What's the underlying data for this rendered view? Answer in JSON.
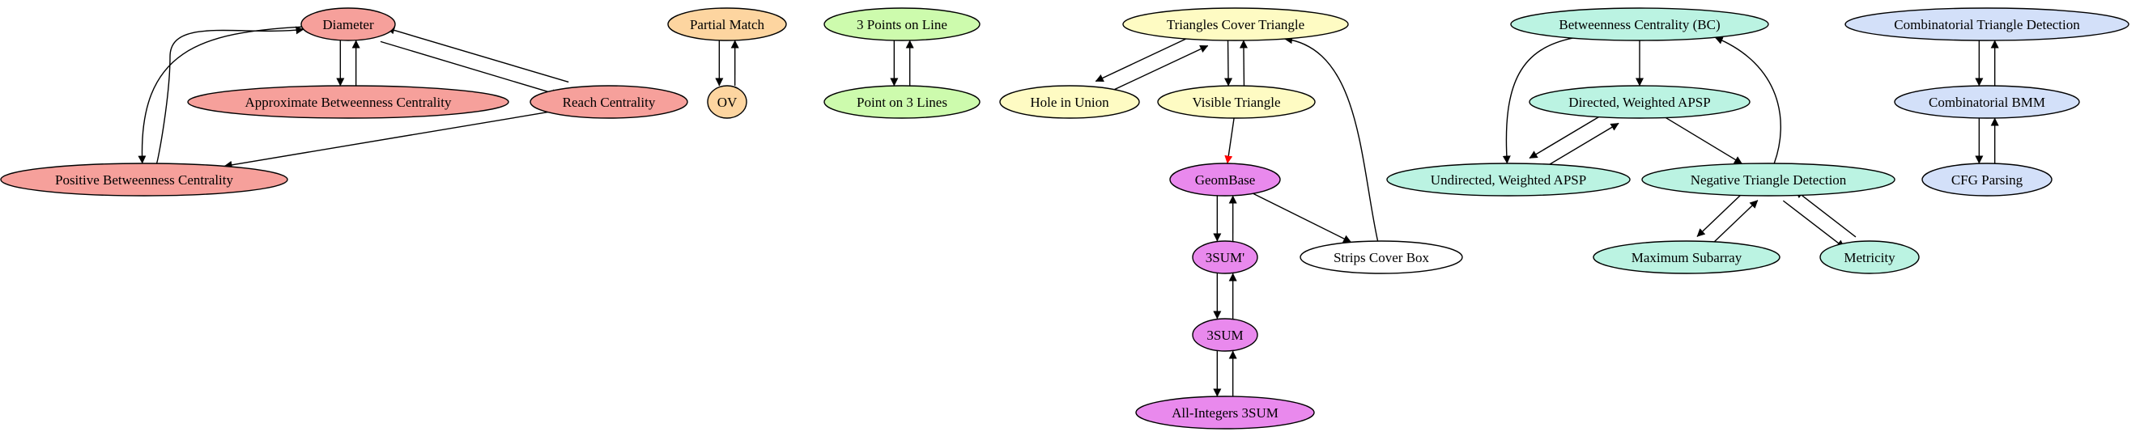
{
  "colors": {
    "red": "#f6a09b",
    "orange": "#fdd5a0",
    "green": "#cdfbad",
    "yellow": "#fefbc3",
    "magenta": "#e989ed",
    "teal": "#bbf3e2",
    "blue": "#d3e0f9",
    "white": "#ffffff",
    "edge": "#000000",
    "edge_highlight": "#ff0000"
  },
  "nodes": [
    {
      "id": "diameter",
      "label": "Diameter",
      "color": "red"
    },
    {
      "id": "approx_bc",
      "label": "Approximate Betweenness Centrality",
      "color": "red"
    },
    {
      "id": "reach",
      "label": "Reach Centrality",
      "color": "red"
    },
    {
      "id": "pos_bc",
      "label": "Positive Betweenness Centrality",
      "color": "red"
    },
    {
      "id": "partial_match",
      "label": "Partial Match",
      "color": "orange"
    },
    {
      "id": "ov",
      "label": "OV",
      "color": "orange"
    },
    {
      "id": "three_points",
      "label": "3 Points on Line",
      "color": "green"
    },
    {
      "id": "point_three_lines",
      "label": "Point on 3 Lines",
      "color": "green"
    },
    {
      "id": "tri_cover_tri",
      "label": "Triangles Cover Triangle",
      "color": "yellow"
    },
    {
      "id": "hole_union",
      "label": "Hole in Union",
      "color": "yellow"
    },
    {
      "id": "visible_tri",
      "label": "Visible Triangle",
      "color": "yellow"
    },
    {
      "id": "geombase",
      "label": "GeomBase",
      "color": "magenta"
    },
    {
      "id": "threesum_prime",
      "label": "3SUM'",
      "color": "magenta"
    },
    {
      "id": "strips_box",
      "label": "Strips Cover Box",
      "color": "white"
    },
    {
      "id": "threesum",
      "label": "3SUM",
      "color": "magenta"
    },
    {
      "id": "allint_3sum",
      "label": "All-Integers 3SUM",
      "color": "magenta"
    },
    {
      "id": "bc",
      "label": "Betweenness Centrality (BC)",
      "color": "teal"
    },
    {
      "id": "dir_apsp",
      "label": "Directed, Weighted APSP",
      "color": "teal"
    },
    {
      "id": "undir_apsp",
      "label": "Undirected, Weighted APSP",
      "color": "teal"
    },
    {
      "id": "neg_tri",
      "label": "Negative Triangle Detection",
      "color": "teal"
    },
    {
      "id": "max_subarray",
      "label": "Maximum Subarray",
      "color": "teal"
    },
    {
      "id": "metricity",
      "label": "Metricity",
      "color": "teal"
    },
    {
      "id": "comb_tri",
      "label": "Combinatorial Triangle Detection",
      "color": "blue"
    },
    {
      "id": "comb_bmm",
      "label": "Combinatorial BMM",
      "color": "blue"
    },
    {
      "id": "cfg",
      "label": "CFG Parsing",
      "color": "blue"
    }
  ],
  "edges": [
    {
      "from": "diameter",
      "to": "approx_bc"
    },
    {
      "from": "approx_bc",
      "to": "diameter"
    },
    {
      "from": "diameter",
      "to": "reach"
    },
    {
      "from": "reach",
      "to": "diameter"
    },
    {
      "from": "diameter",
      "to": "pos_bc"
    },
    {
      "from": "pos_bc",
      "to": "diameter"
    },
    {
      "from": "reach",
      "to": "pos_bc"
    },
    {
      "from": "partial_match",
      "to": "ov"
    },
    {
      "from": "ov",
      "to": "partial_match"
    },
    {
      "from": "three_points",
      "to": "point_three_lines"
    },
    {
      "from": "point_three_lines",
      "to": "three_points"
    },
    {
      "from": "tri_cover_tri",
      "to": "hole_union"
    },
    {
      "from": "hole_union",
      "to": "tri_cover_tri"
    },
    {
      "from": "tri_cover_tri",
      "to": "visible_tri"
    },
    {
      "from": "visible_tri",
      "to": "tri_cover_tri"
    },
    {
      "from": "visible_tri",
      "to": "geombase",
      "highlight": true
    },
    {
      "from": "geombase",
      "to": "threesum_prime"
    },
    {
      "from": "threesum_prime",
      "to": "geombase"
    },
    {
      "from": "geombase",
      "to": "strips_box"
    },
    {
      "from": "strips_box",
      "to": "tri_cover_tri"
    },
    {
      "from": "threesum_prime",
      "to": "threesum"
    },
    {
      "from": "threesum",
      "to": "threesum_prime"
    },
    {
      "from": "threesum",
      "to": "allint_3sum"
    },
    {
      "from": "allint_3sum",
      "to": "threesum"
    },
    {
      "from": "bc",
      "to": "dir_apsp"
    },
    {
      "from": "bc",
      "to": "undir_apsp"
    },
    {
      "from": "dir_apsp",
      "to": "undir_apsp"
    },
    {
      "from": "undir_apsp",
      "to": "dir_apsp"
    },
    {
      "from": "dir_apsp",
      "to": "neg_tri"
    },
    {
      "from": "neg_tri",
      "to": "bc"
    },
    {
      "from": "neg_tri",
      "to": "max_subarray"
    },
    {
      "from": "max_subarray",
      "to": "neg_tri"
    },
    {
      "from": "neg_tri",
      "to": "metricity"
    },
    {
      "from": "metricity",
      "to": "neg_tri"
    },
    {
      "from": "comb_tri",
      "to": "comb_bmm"
    },
    {
      "from": "comb_bmm",
      "to": "comb_tri"
    },
    {
      "from": "comb_bmm",
      "to": "cfg"
    },
    {
      "from": "cfg",
      "to": "comb_bmm"
    }
  ]
}
